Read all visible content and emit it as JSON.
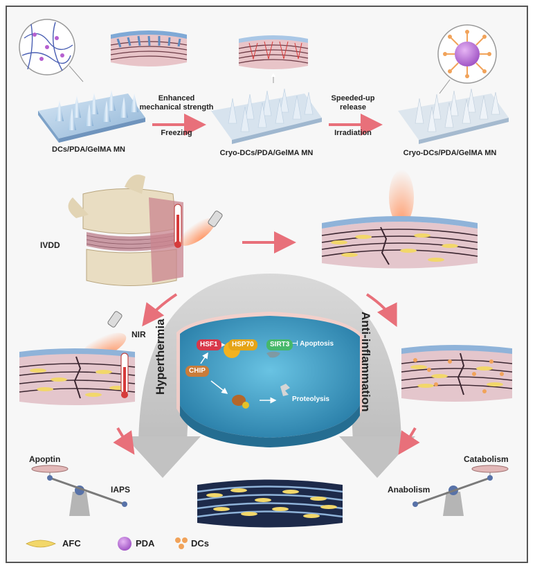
{
  "panels": {
    "mn1": "DCs/PDA/GelMA MN",
    "mn2": "Cryo-DCs/PDA/GelMA MN",
    "mn3": "Cryo-DCs/PDA/GelMA MN"
  },
  "arrows": {
    "first_top": "Enhanced\nmechanical strength",
    "first_bottom": "Freezing",
    "second_top": "Speeded-up\nrelease",
    "second_bottom": "Irradiation"
  },
  "labels": {
    "ivdd": "IVDD",
    "nir": "NIR",
    "hyperthermia": "Hyperthermia",
    "anti_inflammation": "Anti-inflammation",
    "apoptin": "Apoptin",
    "iaps": "IAPS",
    "anabolism": "Anabolism",
    "catabolism": "Catabolism"
  },
  "pathway": {
    "hsf1": "HSF1",
    "hsp70": "HSP70",
    "sirt3": "SIRT3",
    "apoptosis": "⊣ Apoptosis",
    "chip": "CHIP",
    "proteolysis": "Proteolysis"
  },
  "legend": {
    "afc": "AFC",
    "pda": "PDA",
    "dcs": "DCs"
  },
  "colors": {
    "arrow": "#e8707a",
    "disc": "#c99aa4",
    "needle": "#b8d4ea",
    "cell": "#f2d76a",
    "pda": "#c77ee0",
    "dcs": "#f1a35a",
    "nucleus": "#3d9fc4",
    "hsf1": "#d8384a",
    "hsp70": "#f3b21f",
    "sirt3": "#46b86a",
    "chip": "#c97c3a"
  }
}
